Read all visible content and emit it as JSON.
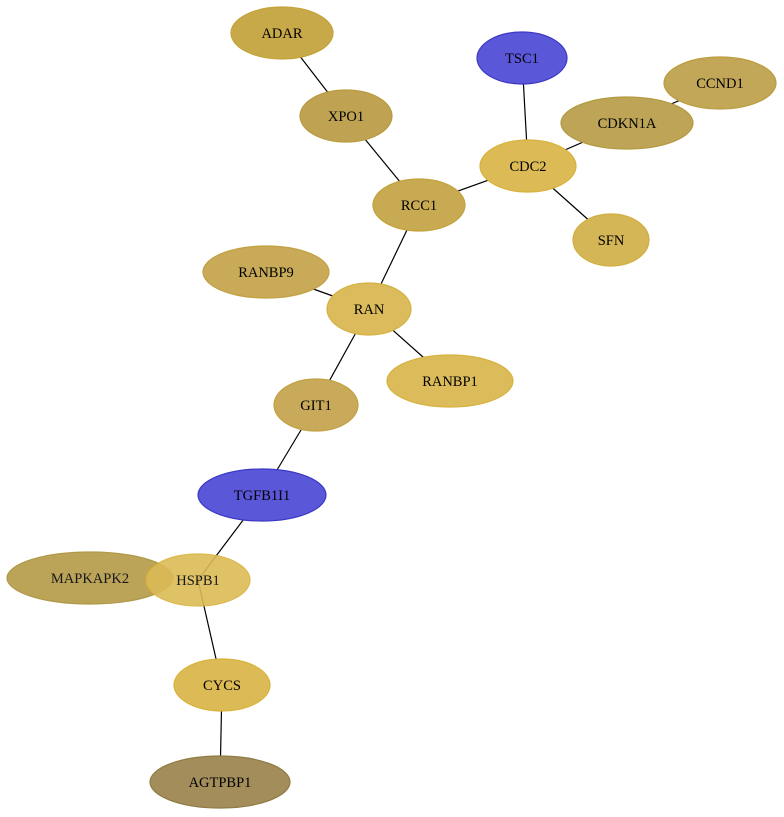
{
  "network": {
    "nodes": [
      {
        "id": "ADAR",
        "label": "ADAR",
        "fill": "#c8a94a",
        "stroke": "#c4a338"
      },
      {
        "id": "XPO1",
        "label": "XPO1",
        "fill": "#bfa352",
        "stroke": "#b89a3c"
      },
      {
        "id": "TSC1",
        "label": "TSC1",
        "fill": "#5b57d9",
        "stroke": "#3c38c4"
      },
      {
        "id": "CCND1",
        "label": "CCND1",
        "fill": "#c3a759",
        "stroke": "#bb9d3f"
      },
      {
        "id": "CDKN1A",
        "label": "CDKN1A",
        "fill": "#bda456",
        "stroke": "#b39a3f"
      },
      {
        "id": "CDC2",
        "label": "CDC2",
        "fill": "#dcbb56",
        "stroke": "#d8b23a"
      },
      {
        "id": "RCC1",
        "label": "RCC1",
        "fill": "#c8aa52",
        "stroke": "#c3a23a"
      },
      {
        "id": "SFN",
        "label": "SFN",
        "fill": "#d5b657",
        "stroke": "#d1ae3e"
      },
      {
        "id": "RANBP9",
        "label": "RANBP9",
        "fill": "#c8aa58",
        "stroke": "#c0a040"
      },
      {
        "id": "RAN",
        "label": "RAN",
        "fill": "#dbbb5b",
        "stroke": "#d5b240"
      },
      {
        "id": "RANBP1",
        "label": "RANBP1",
        "fill": "#dcbb5a",
        "stroke": "#d6b23f"
      },
      {
        "id": "GIT1",
        "label": "GIT1",
        "fill": "#c9aa5a",
        "stroke": "#c2a040"
      },
      {
        "id": "TGFB1I1",
        "label": "TGFB1I1",
        "fill": "#5b57d9",
        "stroke": "#3c38c4"
      },
      {
        "id": "MAPKAPK2",
        "label": "MAPKAPK2",
        "fill": "#b49a47",
        "stroke": "#a98f36",
        "opacity": 0.9
      },
      {
        "id": "HSPB1",
        "label": "HSPB1",
        "fill": "#dcbb56",
        "stroke": "#d8b23a",
        "opacity": 0.9
      },
      {
        "id": "CYCS",
        "label": "CYCS",
        "fill": "#dcbb56",
        "stroke": "#d8b23a"
      },
      {
        "id": "AGTPBP1",
        "label": "AGTPBP1",
        "fill": "#a38e5b",
        "stroke": "#8f7a44"
      }
    ],
    "edges": [
      [
        "ADAR",
        "XPO1"
      ],
      [
        "XPO1",
        "RCC1"
      ],
      [
        "TSC1",
        "CDC2"
      ],
      [
        "CCND1",
        "CDKN1A"
      ],
      [
        "CDKN1A",
        "CDC2"
      ],
      [
        "CDC2",
        "RCC1"
      ],
      [
        "CDC2",
        "SFN"
      ],
      [
        "RCC1",
        "RAN"
      ],
      [
        "RANBP9",
        "RAN"
      ],
      [
        "RAN",
        "RANBP1"
      ],
      [
        "RAN",
        "GIT1"
      ],
      [
        "GIT1",
        "TGFB1I1"
      ],
      [
        "TGFB1I1",
        "HSPB1"
      ],
      [
        "HSPB1",
        "CYCS"
      ],
      [
        "CYCS",
        "AGTPBP1"
      ]
    ]
  }
}
